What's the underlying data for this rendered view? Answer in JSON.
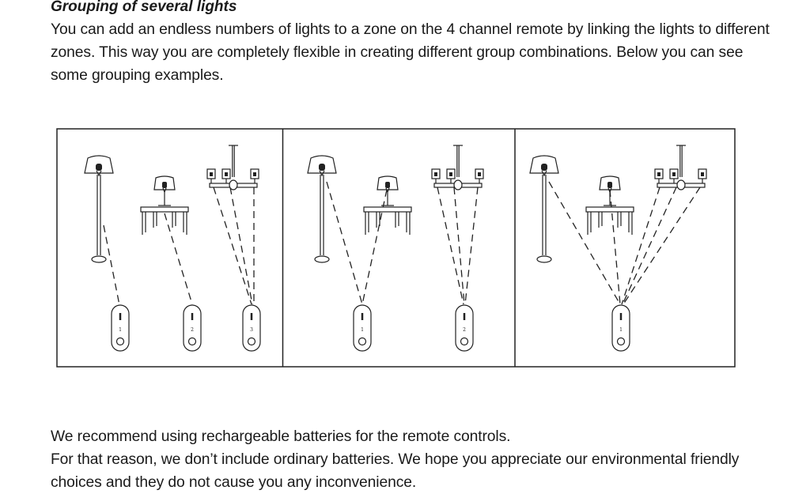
{
  "heading": "Grouping of several lights",
  "intro": "You can add an endless numbers of lights to a zone on the 4 channel remote by linking the lights to different zones. This way you are completely flexible in creating different group combinations. Below you can see some grouping examples.",
  "closing": [
    "We recommend using rechargeable batteries for the remote controls.",
    "For that reason, we don’t include ordinary batteries. We hope you appreciate our environmental friendly choices and they do not cause you any inconvenience."
  ],
  "figure": {
    "panels": [
      {
        "remotes": [
          "1",
          "2",
          "3"
        ]
      },
      {
        "remotes": [
          "1",
          "2"
        ]
      },
      {
        "remotes": [
          "1"
        ]
      }
    ]
  }
}
